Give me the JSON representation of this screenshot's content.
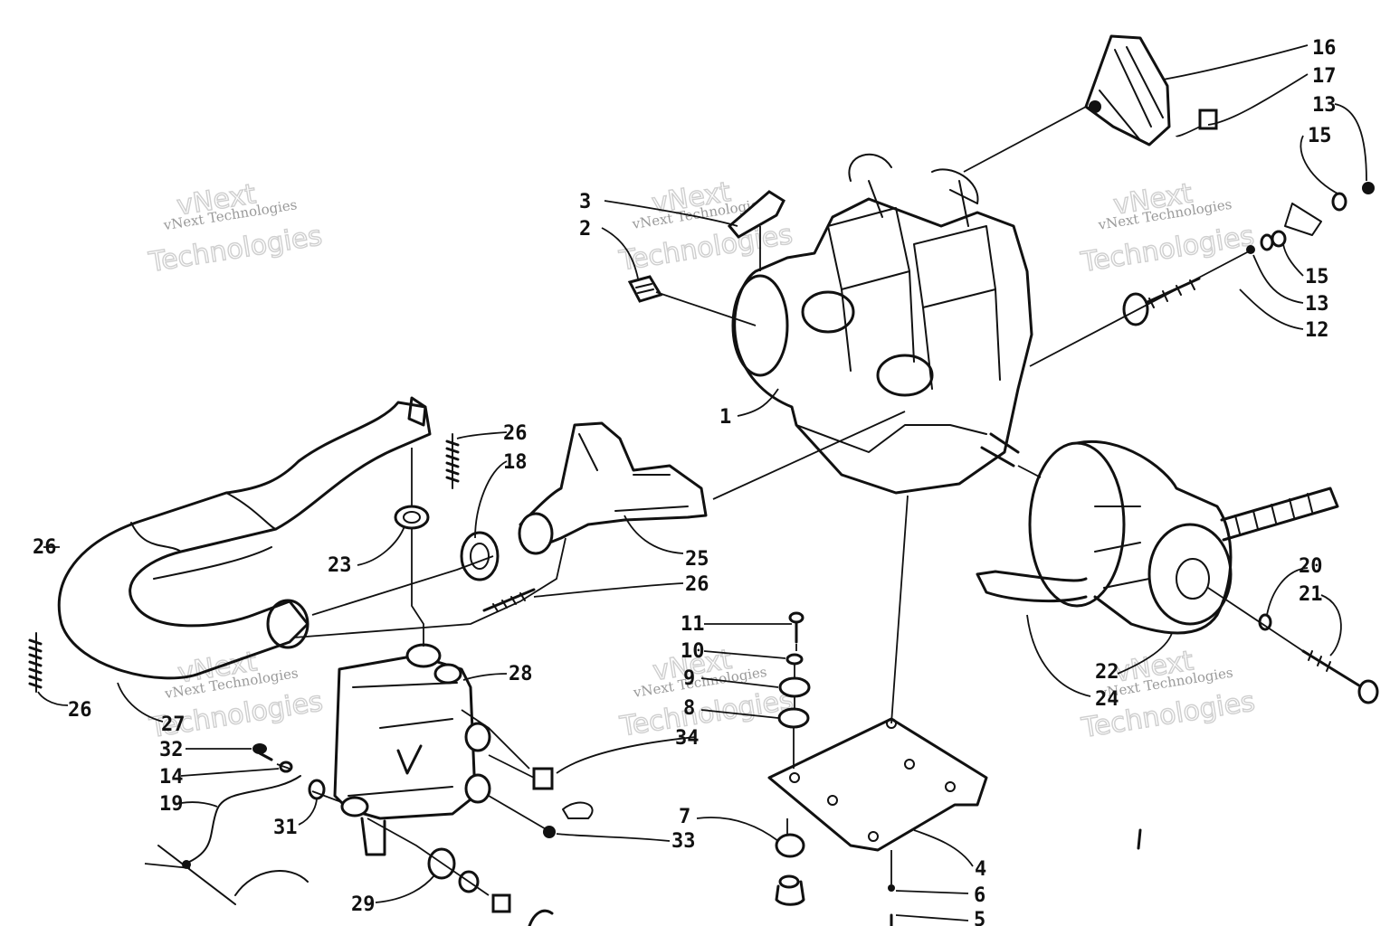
{
  "watermark": {
    "small_text": "vNext Technologies",
    "big_line1": "vNext",
    "big_line2": "Technologies"
  },
  "labels": [
    "1",
    "2",
    "3",
    "4",
    "5",
    "6",
    "7",
    "8",
    "9",
    "10",
    "11",
    "12",
    "13",
    "13",
    "14",
    "15",
    "15",
    "16",
    "17",
    "18",
    "19",
    "20",
    "21",
    "22",
    "23",
    "24",
    "25",
    "26",
    "26",
    "26",
    "26",
    "27",
    "28",
    "29",
    "31",
    "32",
    "33",
    "34"
  ],
  "colors": {
    "ink": "#111111",
    "watermark": "#9a9a9a",
    "background": "#ffffff"
  }
}
